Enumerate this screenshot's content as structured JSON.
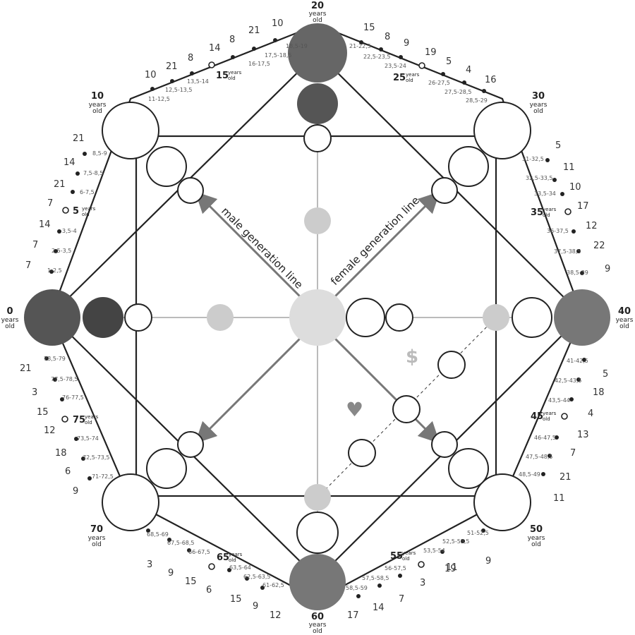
{
  "age_labels": {
    "top": {
      "number": "20",
      "line1": "years",
      "line2": "old"
    },
    "right": {
      "number": "40",
      "line1": "years",
      "line2": "old"
    },
    "bottom": {
      "number": "60",
      "line1": "years",
      "line2": "old"
    },
    "left": {
      "number": "0",
      "line1": "years",
      "line2": "old"
    },
    "top_left": {
      "number": "10",
      "line1": "years",
      "line2": "old"
    },
    "top_right": {
      "number": "30",
      "line1": "years",
      "line2": "old"
    },
    "bottom_right": {
      "number": "50",
      "line1": "years",
      "line2": "old"
    },
    "bottom_left": {
      "number": "70",
      "line1": "years",
      "line2": "old"
    }
  },
  "milestones": [
    {
      "id": "m5",
      "age": "5",
      "sup": "years",
      "sub": "old"
    },
    {
      "id": "m15",
      "age": "15",
      "sup": "years",
      "sub": "old"
    },
    {
      "id": "m25",
      "age": "25",
      "sup": "years",
      "sub": "old"
    },
    {
      "id": "m35",
      "age": "35",
      "sup": "years",
      "sub": "old"
    },
    {
      "id": "m45",
      "age": "45",
      "sup": "years",
      "sub": "old"
    },
    {
      "id": "m55",
      "age": "55",
      "sup": "years",
      "sub": "old"
    },
    {
      "id": "m65",
      "age": "65",
      "sup": "years",
      "sub": "old"
    },
    {
      "id": "m75",
      "age": "75",
      "sup": "years",
      "sub": "old"
    }
  ],
  "ranges": {
    "r1": "1-2,5",
    "r2": "2,5-3,5",
    "r3": "3,5-4",
    "r4": "6-7,5",
    "r5": "7,5-8,5",
    "r6": "8,5-9",
    "r7": "11-12,5",
    "r8": "12,5-13,5",
    "r9": "13,5-14",
    "r10": "16-17,5",
    "r11": "17,5-18,5",
    "r12": "18,5-19",
    "r13": "21-22,5",
    "r14": "22,5-23,5",
    "r15": "23,5-24",
    "r16": "26-27,5",
    "r17": "27,5-28,5",
    "r18": "28,5-29",
    "r19": "31-32,5",
    "r20": "32,5-33,5",
    "r21": "33,5-34",
    "r22": "36-37,5",
    "r23": "37,5-38,5",
    "r24": "38,5-39",
    "r25": "41-42,5",
    "r26": "42,5-43,5",
    "r27": "43,5-44",
    "r28": "46-47,5",
    "r29": "47,5-48,5",
    "r30": "48,5-49",
    "r31": "51-52,5",
    "r32": "52,5-53,5",
    "r33": "53,5-54",
    "r34": "56-57,5",
    "r35": "57,5-58,5",
    "r36": "58,5-59",
    "r37": "61-62,5",
    "r38": "62,5-63,5",
    "r39": "63,5-64",
    "r40": "66-67,5",
    "r41": "67,5-68,5",
    "r42": "68,5-69",
    "r43": "71-72,5",
    "r44": "72,5-73,5",
    "r45": "73,5-74",
    "r46": "76-77,5",
    "r47": "77,5-78,5",
    "r48": "78,5-79"
  },
  "numbers": {
    "n1": "7",
    "n2": "7",
    "n3": "14",
    "n4": "7",
    "n5": "21",
    "n6": "14",
    "n7": "21",
    "n8": "10",
    "n9": "21",
    "n10": "8",
    "n11": "14",
    "n12": "8",
    "n13": "21",
    "n14": "10",
    "n15": "15",
    "n16": "8",
    "n17": "9",
    "n18": "19",
    "n19": "5",
    "n20": "4",
    "n21": "16",
    "n22": "5",
    "n23": "11",
    "n24": "10",
    "n25": "17",
    "n26": "12",
    "n27": "22",
    "n28": "9",
    "n29": "5",
    "n30": "18",
    "n31": "4",
    "n32": "13",
    "n33": "7",
    "n34": "21",
    "n35": "11",
    "n36": "9",
    "n37": "19",
    "n38": "3",
    "n39": "11",
    "n40": "7",
    "n41": "14",
    "n42": "17",
    "n43": "12",
    "n44": "9",
    "n45": "15",
    "n46": "6",
    "n47": "15",
    "n48": "9",
    "n49": "3",
    "n50": "9",
    "n51": "6",
    "n52": "18",
    "n53": "12",
    "n54": "15",
    "n55": "3",
    "n56": "21"
  },
  "generation_lines": {
    "male": "male generation line",
    "female": "female generation line"
  },
  "symbols": {
    "money": "$",
    "heart": "♥"
  }
}
